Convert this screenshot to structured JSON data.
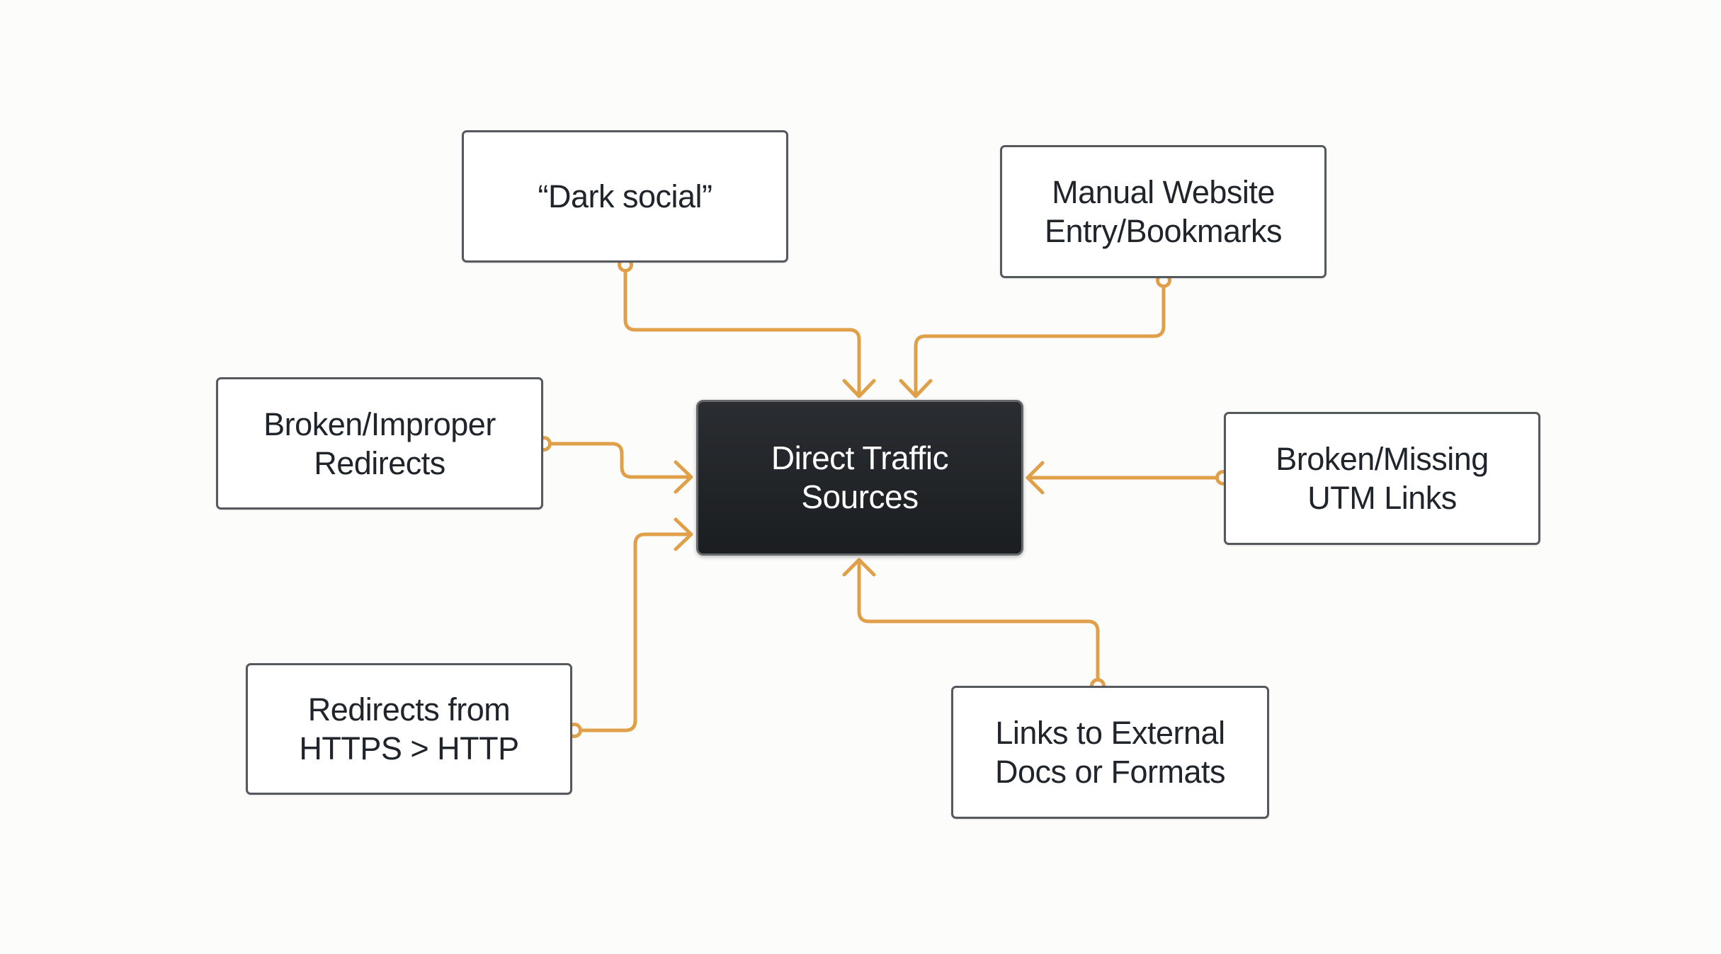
{
  "colors": {
    "accent": "#E0A04A",
    "node_border": "#55585C",
    "node_bg": "#FFFFFF",
    "node_text": "#20242B",
    "center_bg_top": "#2A2D31",
    "center_bg_bottom": "#1B1E21",
    "center_border": "#65686B",
    "center_text": "#FFFFFF",
    "canvas_bg": "#FCFCFB"
  },
  "nodes": {
    "center": {
      "label": "Direct Traffic Sources",
      "lines": [
        "Direct Traffic",
        "Sources"
      ]
    },
    "dark_social": {
      "label": "“Dark social”",
      "lines": [
        "“Dark social”"
      ]
    },
    "manual_entry": {
      "label": "Manual Website Entry/Bookmarks",
      "lines": [
        "Manual Website",
        "Entry/Bookmarks"
      ]
    },
    "broken_redirects": {
      "label": "Broken/Improper Redirects",
      "lines": [
        "Broken/Improper",
        "Redirects"
      ]
    },
    "https_redirects": {
      "label": "Redirects from HTTPS > HTTP",
      "lines": [
        "Redirects from",
        "HTTPS > HTTP"
      ]
    },
    "utm_links": {
      "label": "Broken/Missing UTM Links",
      "lines": [
        "Broken/Missing",
        "UTM Links"
      ]
    },
    "external_docs": {
      "label": "Links to External Docs or Formats",
      "lines": [
        "Links to External",
        "Docs or Formats"
      ]
    }
  },
  "edges": [
    {
      "from": "dark_social",
      "to": "center",
      "enters": "top"
    },
    {
      "from": "manual_entry",
      "to": "center",
      "enters": "top"
    },
    {
      "from": "broken_redirects",
      "to": "center",
      "enters": "left"
    },
    {
      "from": "https_redirects",
      "to": "center",
      "enters": "left"
    },
    {
      "from": "utm_links",
      "to": "center",
      "enters": "right"
    },
    {
      "from": "external_docs",
      "to": "center",
      "enters": "bottom"
    }
  ]
}
